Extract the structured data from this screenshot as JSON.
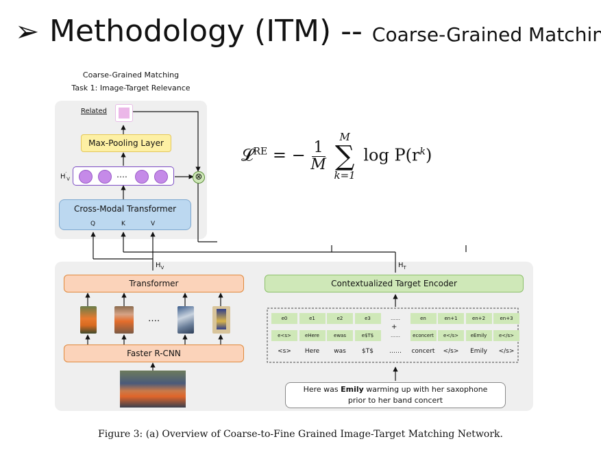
{
  "slide": {
    "bullet": "➢",
    "title_main": "Methodology (ITM) -- ",
    "title_sub": "Coarse-Grained Matching"
  },
  "diagram": {
    "header_line1": "Coarse-Grained Matching",
    "header_line2": "Task 1: Image-Target Relevance",
    "related_label": "Related",
    "maxpool_label": "Max-Pooling Layer",
    "hv_prime_label": "H′V",
    "dots_label": "….",
    "cmt_label": "Cross-Modal Transformer",
    "q_label": "Q",
    "k_label": "K",
    "v_label": "V",
    "otimes": "⊗",
    "hv_label": "HV",
    "ht_label": "HT",
    "transformer_label": "Transformer",
    "image_dots": "….",
    "faster_rcnn_label": "Faster R-CNN",
    "cte_label": "Contextualized Target Encoder",
    "position_embeddings": [
      "e0",
      "e1",
      "e2",
      "e3",
      "……",
      "en",
      "en+1",
      "en+2",
      "en+3"
    ],
    "plus_sign": "+",
    "token_embeddings": [
      "e<s>",
      "eHere",
      "ewas",
      "e$T$",
      "……",
      "econcert",
      "e</s>",
      "eEmily",
      "e</s>"
    ],
    "tokens": [
      "<s>",
      "Here",
      "was",
      "$T$",
      "……",
      "concert",
      "</s>",
      "Emily",
      "</s>"
    ],
    "sentence_before": "Here was ",
    "sentence_bold": "Emily",
    "sentence_after": " warming up with her saxophone",
    "sentence_line2": "prior to her band concert"
  },
  "formula": {
    "lhs": "𝓛",
    "lhs_sup": "RE",
    "eq": " = −",
    "frac_num": "1",
    "frac_den": "M",
    "sum_top": "M",
    "sum_bottom": "k=1",
    "body": "log P(r",
    "body_sup": "k",
    "body_end": ")"
  },
  "caption": "Figure 3: (a) Overview of Coarse-to-Fine Grained Image-Target Matching Network.",
  "colors": {
    "orange_box": "#fbd3ba",
    "yellow_box": "#fdf0a4",
    "blue_box": "#bcd8f0",
    "green_box": "#cfe8b8",
    "purple_node": "#c58ae8",
    "panel": "#efefef"
  }
}
